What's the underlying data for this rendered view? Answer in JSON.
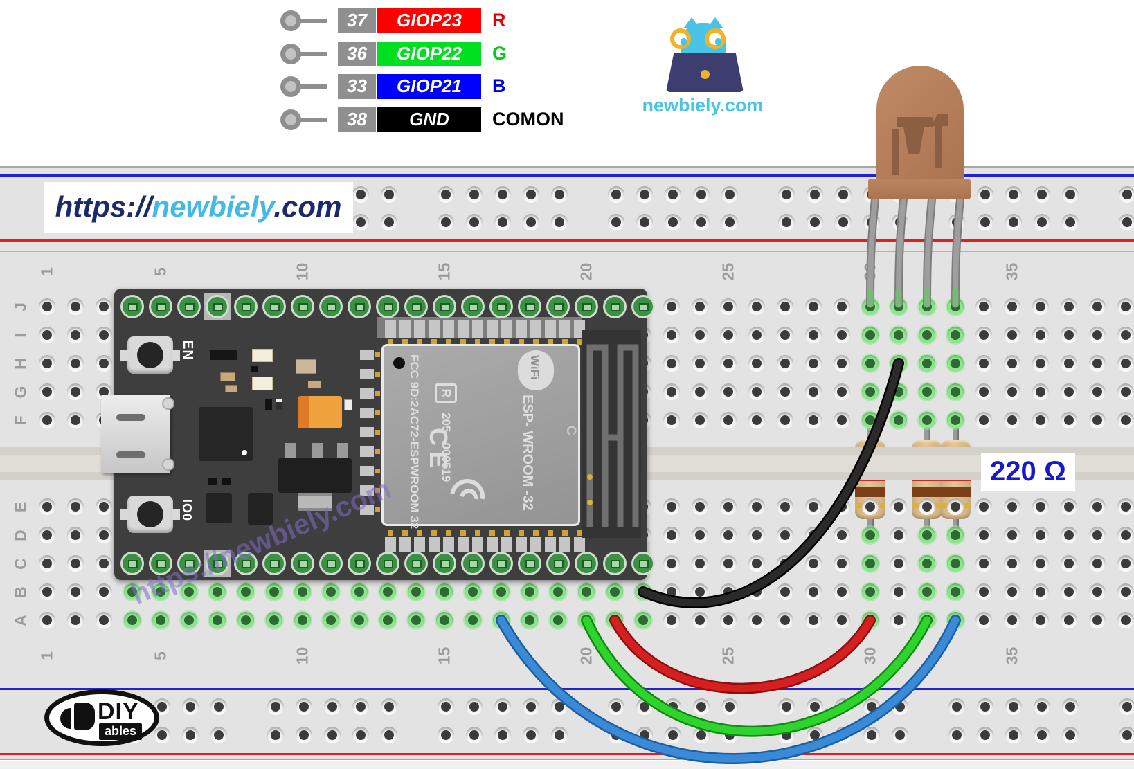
{
  "legend": {
    "rows": [
      {
        "pin": "37",
        "gpio": "GIOP23",
        "box_color": "#ff0000",
        "signal": "R",
        "signal_color": "#e80000"
      },
      {
        "pin": "36",
        "gpio": "GIOP22",
        "box_color": "#00e020",
        "signal": "G",
        "signal_color": "#00cc1a"
      },
      {
        "pin": "33",
        "gpio": "GIOP21",
        "box_color": "#0000ff",
        "signal": "B",
        "signal_color": "#0000e0"
      },
      {
        "pin": "38",
        "gpio": "GND",
        "box_color": "#000000",
        "signal": "COMON",
        "signal_color": "#000000"
      }
    ]
  },
  "brand": {
    "logo_text": "newbiely.com"
  },
  "url_banner": {
    "prefix": "https://",
    "name": "newbiely",
    "suffix": ".com"
  },
  "watermark": {
    "text": "https://newbiely.com"
  },
  "resistor_label": {
    "text": "220 Ω"
  },
  "footer_logo": {
    "line1": "DIY",
    "line2": "ables"
  },
  "breadboard": {
    "column_labels": [
      "1",
      "5",
      "10",
      "15",
      "20",
      "25",
      "30",
      "35"
    ],
    "label_cols": [
      1,
      5,
      10,
      15,
      20,
      25,
      30,
      35
    ],
    "row_letters": [
      "J",
      "I",
      "H",
      "G",
      "F",
      "E",
      "D",
      "C",
      "B",
      "A"
    ],
    "rail_line_top_color": "#2020dd",
    "rail_line_bottom_color": "#e02020",
    "highlights": [
      {
        "cols": [
          4,
          22
        ],
        "rows": [
          "A",
          "B"
        ]
      },
      {
        "cols": [
          30,
          33
        ],
        "rows": [
          "F",
          "G",
          "H",
          "I",
          "J"
        ]
      },
      {
        "cols": [
          30,
          30
        ],
        "rows": [
          "A",
          "B",
          "C",
          "D"
        ]
      },
      {
        "cols": [
          32,
          33
        ],
        "rows": [
          "A",
          "B",
          "C",
          "D"
        ]
      }
    ]
  },
  "esp32": {
    "button_top": "EN",
    "button_bottom": "IO0",
    "module_text_left": "FCC 9D:2AC72-ESPWROOM 32",
    "module_text_mid": "205 - 000519",
    "module_text_right": "ESP- WROOM -32",
    "module_badge": "R",
    "wifi_logo": "WiFi",
    "ce_mark": "CE",
    "pcb_letter": "C",
    "pin_start_col": 4,
    "pin_end_col": 22,
    "pad_col": 7
  },
  "components": {
    "led": {
      "name": "rgb-led",
      "leg_cols": [
        30,
        31,
        32,
        33
      ],
      "leg_row": "J"
    },
    "resistors": {
      "value": "220 Ω",
      "cols": [
        30,
        32,
        33
      ],
      "top_row": "F",
      "bottom_row": "D",
      "band_colors": [
        "#c62828",
        "#c62828",
        "#7b4019",
        "#d9b23a"
      ]
    },
    "wires": [
      {
        "name": "gnd-wire",
        "core": "#2a2a2a",
        "outline": "#000000",
        "from": {
          "col": 22,
          "row": "B"
        },
        "to": {
          "col": 31,
          "row": "H"
        },
        "c1": [
          1080,
          920
        ],
        "c2": [
          1230,
          780
        ]
      },
      {
        "name": "red-wire",
        "core": "#d42020",
        "outline": "#8f0f0f",
        "from": {
          "col": 21,
          "row": "A"
        },
        "to": {
          "col": 30,
          "row": "A"
        },
        "c1": [
          960,
          1030
        ],
        "c2": [
          1185,
          1025
        ]
      },
      {
        "name": "green-wire",
        "core": "#2ed32e",
        "outline": "#128a12",
        "from": {
          "col": 20,
          "row": "A"
        },
        "to": {
          "col": 32,
          "row": "A"
        },
        "c1": [
          950,
          1120
        ],
        "c2": [
          1235,
          1100
        ]
      },
      {
        "name": "blue-wire",
        "core": "#3a8ad8",
        "outline": "#1c5e9e",
        "from": {
          "col": 17,
          "row": "A"
        },
        "to": {
          "col": 33,
          "row": "A"
        },
        "c1": [
          880,
          1175
        ],
        "c2": [
          1265,
          1150
        ]
      }
    ]
  }
}
